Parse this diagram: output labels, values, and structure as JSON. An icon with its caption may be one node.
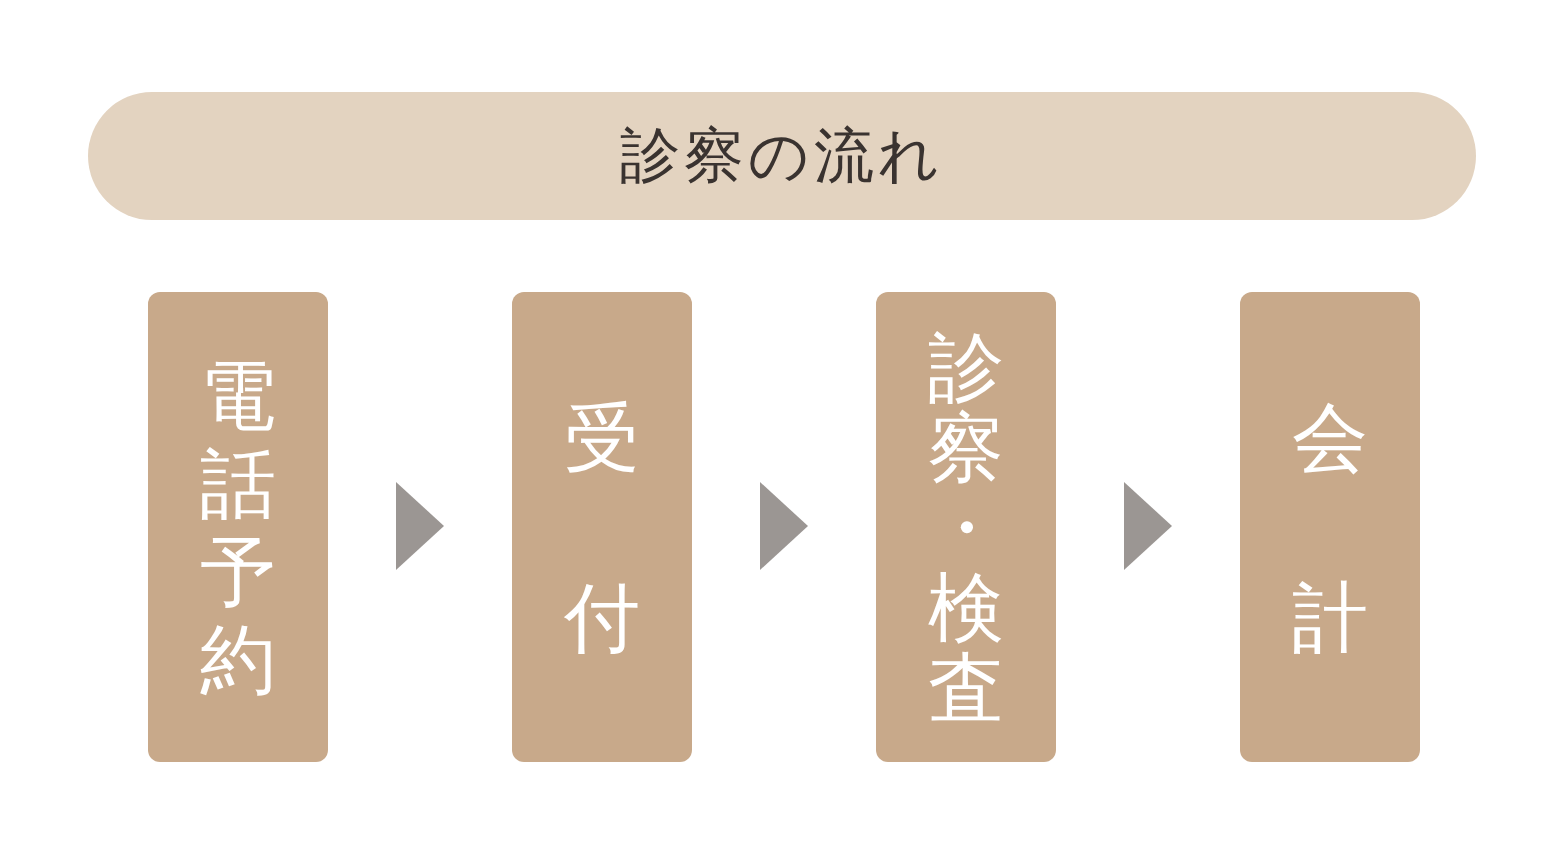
{
  "diagram": {
    "nodes": [
      {
        "text": [
          "診察の流れ"
        ]
      },
      {
        "text": [
          "電話予約"
        ]
      },
      {
        "text": [
          "受付"
        ]
      },
      {
        "text": [
          "診察・検査"
        ]
      },
      {
        "text": [
          "会計"
        ]
      }
    ],
    "edges": [
      {
        "from": 1,
        "to": 2,
        "arrow": "to"
      },
      {
        "from": 2,
        "to": 3,
        "arrow": "to"
      },
      {
        "from": 3,
        "to": 4,
        "arrow": "to"
      }
    ]
  }
}
